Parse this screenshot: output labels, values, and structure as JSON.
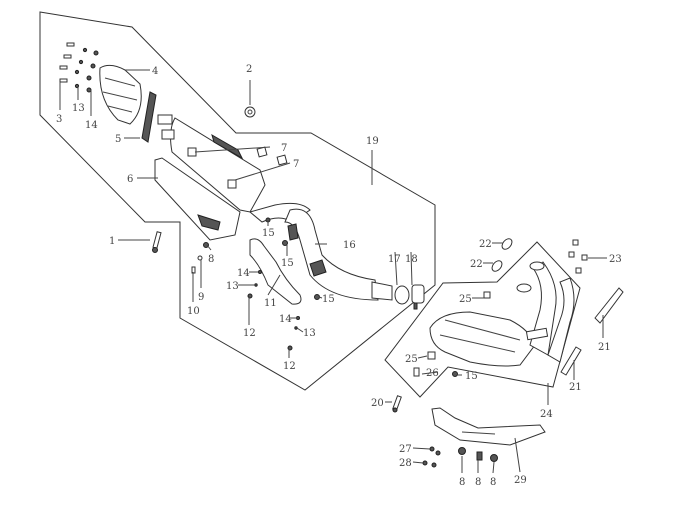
{
  "diagram": {
    "title": "Exhaust system exploded parts diagram",
    "callouts": {
      "c1": "1",
      "c2": "2",
      "c3": "3",
      "c4": "4",
      "c5": "5",
      "c6": "6",
      "c7a": "7",
      "c7b": "7",
      "c8a": "8",
      "c8b": "8",
      "c8c": "8",
      "c8d": "8",
      "c9": "9",
      "c10": "10",
      "c11": "11",
      "c12a": "12",
      "c12b": "12",
      "c13a": "13",
      "c13b": "13",
      "c13c": "13",
      "c14a": "14",
      "c14b": "14",
      "c14c": "14",
      "c15a": "15",
      "c15b": "15",
      "c15c": "15",
      "c15d": "15",
      "c16": "16",
      "c17": "17",
      "c18": "18",
      "c19": "19",
      "c20": "20",
      "c21a": "21",
      "c21b": "21",
      "c22a": "22",
      "c22b": "22",
      "c23": "23",
      "c24": "24",
      "c25a": "25",
      "c25b": "25",
      "c26": "26",
      "c27": "27",
      "c28": "28",
      "c29": "29"
    }
  }
}
